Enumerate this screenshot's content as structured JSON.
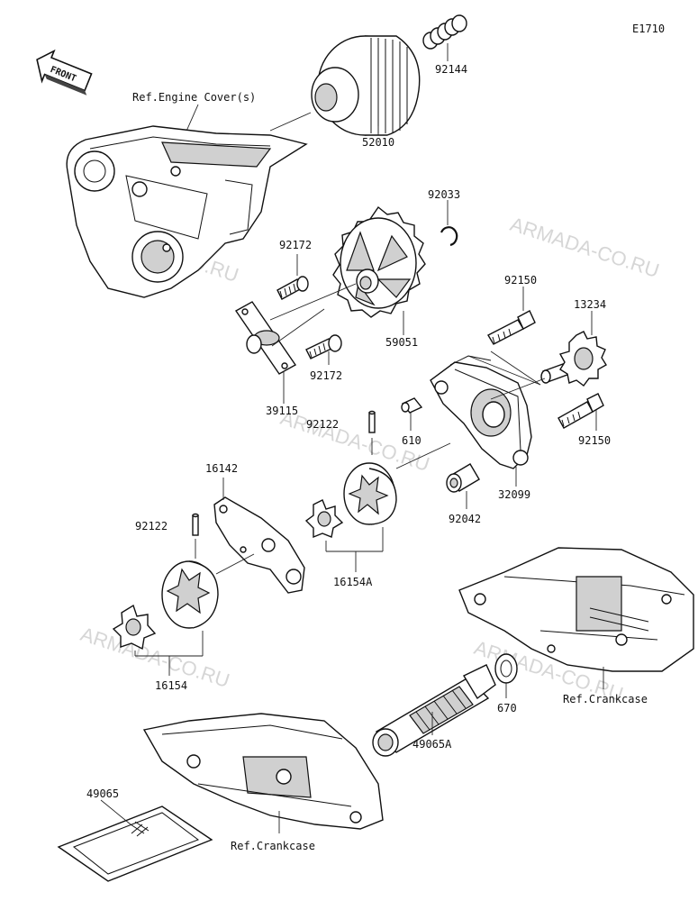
{
  "diagram_code": "E1710",
  "front_label": "FRONT",
  "watermark": "ARMADA-CO.RU",
  "refs": {
    "engine_cover": "Ref.Engine Cover(s)",
    "crankcase_right": "Ref.Crankcase",
    "crankcase_bottom": "Ref.Crankcase"
  },
  "parts": {
    "p92144": "92144",
    "p52010": "52010",
    "p92033": "92033",
    "p92172a": "92172",
    "p92172b": "92172",
    "p59051": "59051",
    "p39115": "39115",
    "p92150a": "92150",
    "p92150b": "92150",
    "p13234": "13234",
    "p92122a": "92122",
    "p92122b": "92122",
    "p610": "610",
    "p16142": "16142",
    "p32099": "32099",
    "p92042": "92042",
    "p16154A": "16154A",
    "p16154": "16154",
    "p670": "670",
    "p49065A": "49065A",
    "p49065": "49065"
  }
}
